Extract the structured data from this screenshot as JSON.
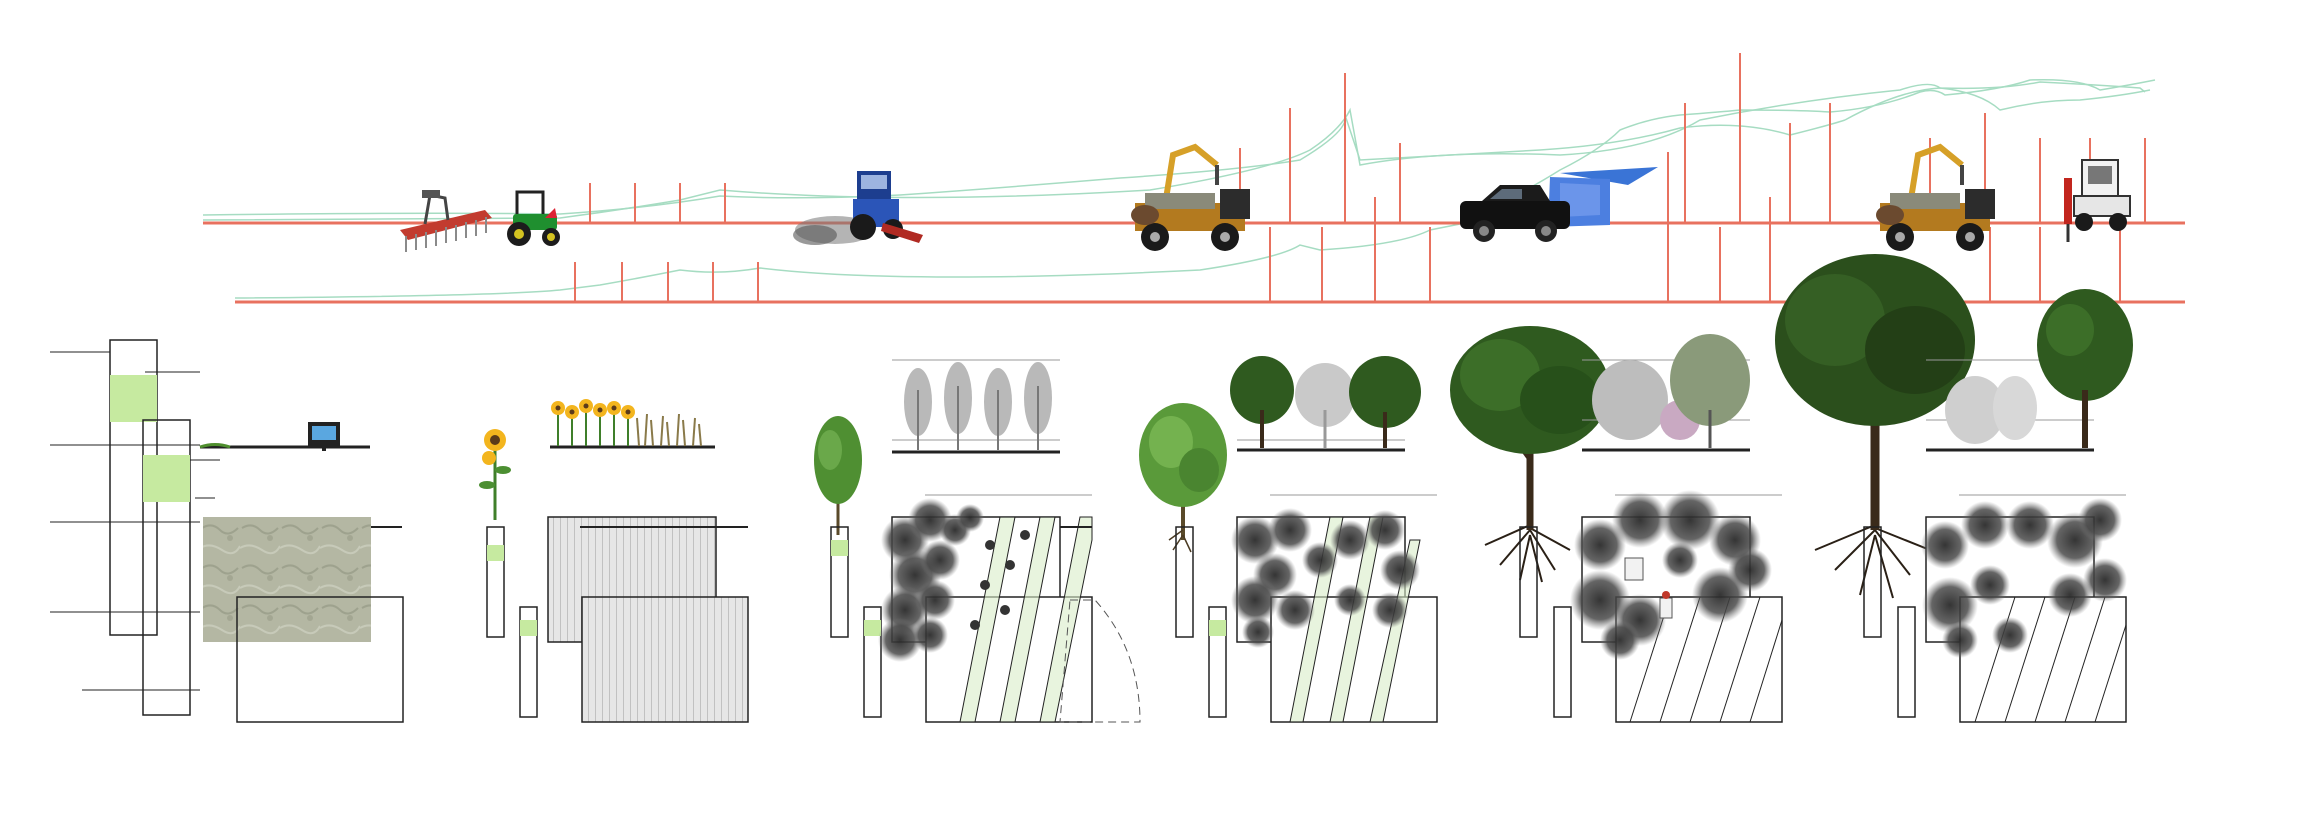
{
  "colors": {
    "background": "#ffffff",
    "timeline_red": "#e8715f",
    "growth_green": "#a6dcc2",
    "soil_fill": "#b6b9a6",
    "marker_green": "#c6eaa0",
    "canopy_dark": "#3c3c3c",
    "tree_green": "#4f7f2e",
    "grass_green": "#d9ecc8",
    "outline": "#222222"
  },
  "machines": [
    "harrow",
    "compact-tractor",
    "tractor-with-exhaust",
    "forestry-forwarder",
    "pickup-with-tent",
    "forestry-forwarder",
    "skid-steer-auger"
  ],
  "stages": [
    {
      "id": "site-preparation",
      "tree": "none",
      "planting": "bare-soil"
    },
    {
      "id": "cover-crop",
      "tree": "sunflower",
      "planting": "striped-rows"
    },
    {
      "id": "sapling-planting",
      "tree": "sapling",
      "planting": "diagonal-rows"
    },
    {
      "id": "young-grove",
      "tree": "young-tree",
      "planting": "diagonal-rows"
    },
    {
      "id": "maturing-forest",
      "tree": "mature-tree",
      "planting": "canopy-clusters"
    },
    {
      "id": "mature-forest",
      "tree": "large-tree",
      "planting": "canopy-clusters"
    }
  ]
}
